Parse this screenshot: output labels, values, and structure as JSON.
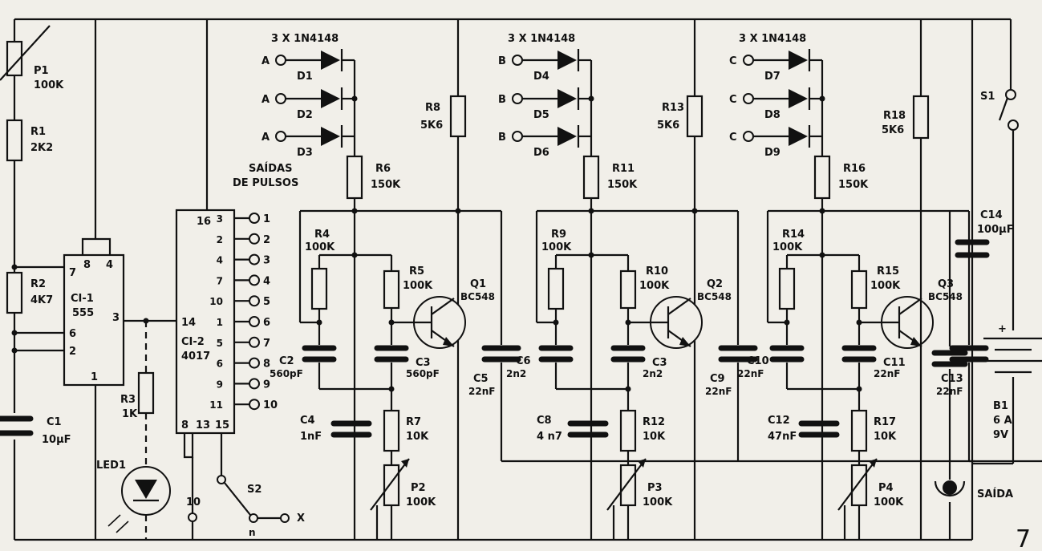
{
  "figure_number": "7",
  "labels": {
    "P1": "P1",
    "P1v": "100K",
    "R1": "R1",
    "R1v": "2K2",
    "R2": "R2",
    "R2v": "4K7",
    "C1": "C1",
    "C1v": "10µF",
    "CI1": "CI-1",
    "CI1v": "555",
    "CI1pin7": "7",
    "CI1pin8": "8",
    "CI1pin4": "4",
    "CI1pin6": "6",
    "CI1pin2": "2",
    "CI1pin3": "3",
    "CI1pin1": "1",
    "R3": "R3",
    "R3v": "1K",
    "LED1": "LED1",
    "CI2": "CI-2",
    "CI2v": "4017",
    "CI2pin16": "16",
    "CI2pin14": "14",
    "CI2pin8": "8",
    "CI2pin13": "13",
    "CI2pin15": "15",
    "pin10": "10",
    "S2": "S2",
    "S2n": "n",
    "S2x": "X",
    "diodes_A": "3 X 1N4148",
    "diodes_B": "3 X 1N4148",
    "diodes_C": "3 X 1N4148",
    "saidas": "SAÍDAS",
    "depulsos": "DE  PULSOS",
    "A": "A",
    "B": "B",
    "C": "C",
    "D1": "D1",
    "D2": "D2",
    "D3": "D3",
    "D4": "D4",
    "D5": "D5",
    "D6": "D6",
    "D7": "D7",
    "D8": "D8",
    "D9": "D9",
    "R6": "R6",
    "R6v": "150K",
    "R4": "R4",
    "R4v": "100K",
    "R5": "R5",
    "R5v": "100K",
    "C2": "C2",
    "C2v": "560pF",
    "C3a": "C3",
    "C3av": "560pF",
    "C4": "C4",
    "C4v": "1nF",
    "R7": "R7",
    "R7v": "10K",
    "P2": "P2",
    "P2v": "100K",
    "R8": "R8",
    "R8v": "5K6",
    "Q1": "Q1",
    "Q1v": "BC548",
    "C5": "C5",
    "C5v": "22nF",
    "R11": "R11",
    "R11v": "150K",
    "R9": "R9",
    "R9v": "100K",
    "R10": "R10",
    "R10v": "100K",
    "C6": "C6",
    "C6v": "2n2",
    "C3b": "C3",
    "C3bv": "2n2",
    "C8": "C8",
    "C8v": "4 n7",
    "R12v": "10K",
    "R12": "R12",
    "P3": "P3",
    "P3v": "100K",
    "R13": "R13",
    "R13v": "5K6",
    "Q2": "Q2",
    "Q2v": "BC548",
    "C9": "C9",
    "C9v": "22nF",
    "R16": "R16",
    "R16v": "150K",
    "R14": "R14",
    "R14v": "100K",
    "R15": "R15",
    "R15v": "100K",
    "C10": "C10",
    "C10v": "22nF",
    "C11": "C11",
    "C11v": "22nF",
    "C12": "C12",
    "C12v": "47nF",
    "R17": "R17",
    "R17v": "10K",
    "P4": "P4",
    "P4v": "100K",
    "Q3": "Q3",
    "Q3v": "BC548",
    "R18a": "R18",
    "R18av": "5K6",
    "R18b": "R18",
    "R18bv": "5K6",
    "C13": "C13",
    "C13v": "22nF",
    "C14": "C14",
    "C14v": "100µF",
    "S1": "S1",
    "B1": "B1",
    "B1v1": "6 A",
    "B1v2": "9V",
    "plus": "+",
    "saida": "SAÍDA"
  },
  "outputs": [
    {
      "pin": "3",
      "out": "1"
    },
    {
      "pin": "2",
      "out": "2"
    },
    {
      "pin": "4",
      "out": "3"
    },
    {
      "pin": "7",
      "out": "4"
    },
    {
      "pin": "10",
      "out": "5"
    },
    {
      "pin": "1",
      "out": "6"
    },
    {
      "pin": "5",
      "out": "7"
    },
    {
      "pin": "6",
      "out": "8"
    },
    {
      "pin": "9",
      "out": "9"
    },
    {
      "pin": "11",
      "out": "10"
    }
  ]
}
